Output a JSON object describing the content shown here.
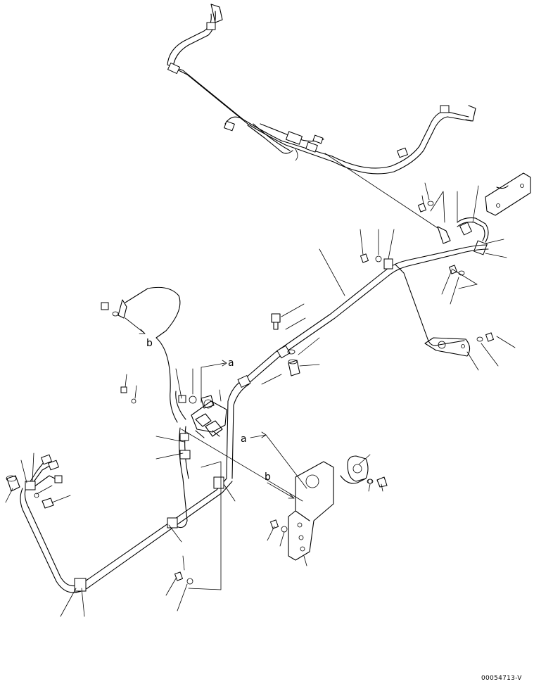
{
  "figure_code": "00054713-V",
  "callout_letters": {
    "a": "a",
    "b": "b"
  },
  "colors": {
    "line": "#000000",
    "background": "#ffffff"
  }
}
